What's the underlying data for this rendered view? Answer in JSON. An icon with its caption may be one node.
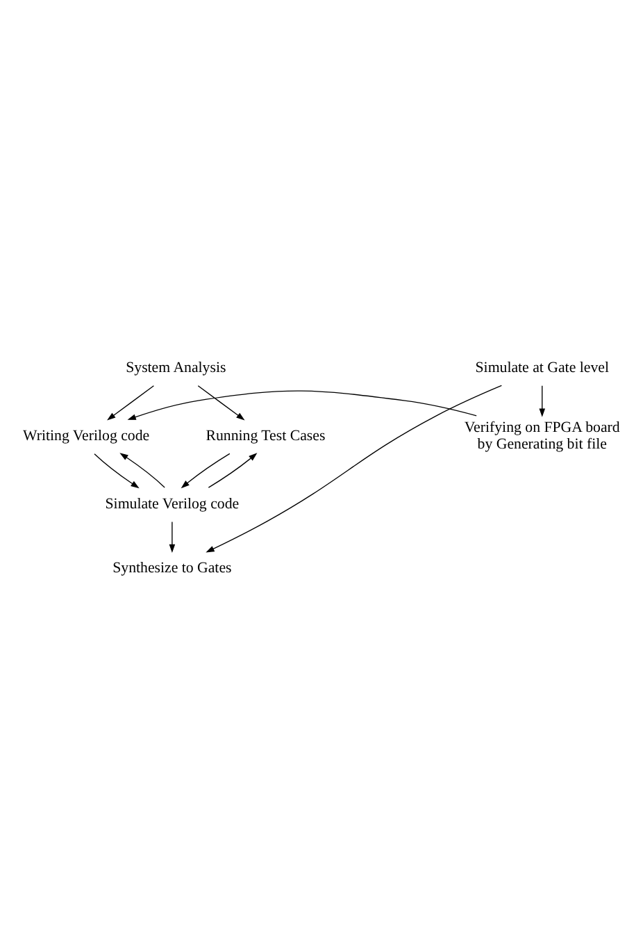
{
  "diagram": {
    "nodes": [
      {
        "text": [
          "System Analysis"
        ]
      },
      {
        "text": [
          "Writing Verilog code"
        ]
      },
      {
        "text": [
          "Running Test Cases"
        ]
      },
      {
        "text": [
          "Simulate Verilog code"
        ]
      },
      {
        "text": [
          "Synthesize to Gates"
        ]
      },
      {
        "text": [
          "Simulate at Gate level"
        ]
      },
      {
        "text": [
          "Verifying on FPGA board by Generating bit file"
        ]
      }
    ],
    "edges": [
      {
        "from": 0,
        "to": 1,
        "arrow": "to"
      },
      {
        "from": 0,
        "to": 2,
        "arrow": "to"
      },
      {
        "from": 1,
        "to": 3,
        "arrow": "to"
      },
      {
        "from": 3,
        "to": 1,
        "arrow": "to"
      },
      {
        "from": 2,
        "to": 3,
        "arrow": "to"
      },
      {
        "from": 3,
        "to": 2,
        "arrow": "to"
      },
      {
        "from": 3,
        "to": 4,
        "arrow": "to"
      },
      {
        "from": 5,
        "to": 4,
        "arrow": "to"
      },
      {
        "from": 5,
        "to": 6,
        "arrow": "to"
      },
      {
        "from": 6,
        "to": 1,
        "arrow": "to"
      }
    ]
  }
}
